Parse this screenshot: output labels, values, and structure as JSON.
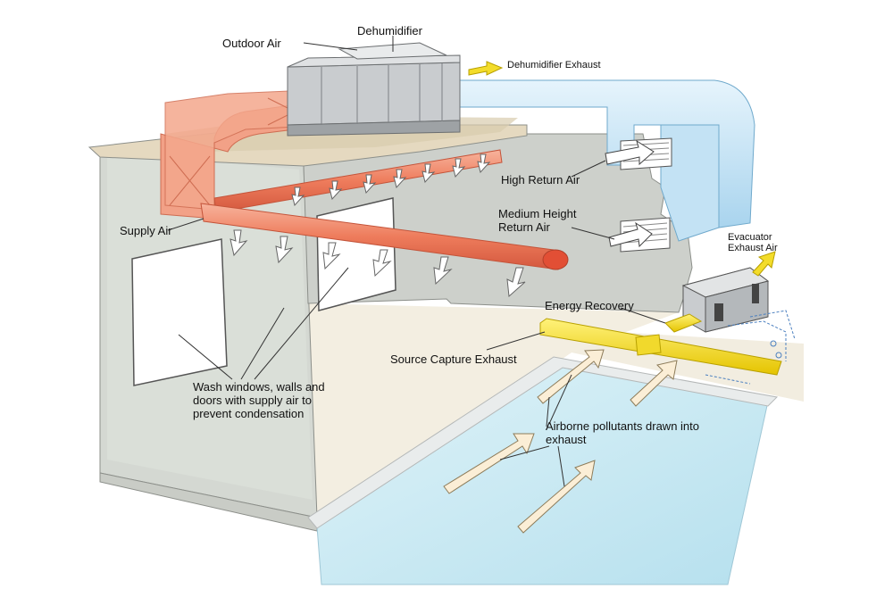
{
  "labels": {
    "dehumidifier": "Dehumidifier",
    "outdoor_air": "Outdoor Air",
    "dehumidifier_exhaust": "Dehumidifier Exhaust",
    "high_return_air": "High Return Air",
    "medium_height_return_air": "Medium Height\nReturn Air",
    "supply_air": "Supply Air",
    "evacuator_exhaust_air": "Evacuator\nExhaust Air",
    "energy_recovery": "Energy Recovery",
    "source_capture_exhaust": "Source Capture Exhaust",
    "wash_note": "Wash windows, walls and\ndoors with supply air to\nprevent condensation",
    "airborne_pollutants": "Airborne pollutants drawn into\nexhaust"
  },
  "colors": {
    "supply_duct": "#f08a6a",
    "return_duct": "#bfe0f5",
    "exhaust_duct": "#f5e12a",
    "wall": "#d9dcd6",
    "floor": "#f2ede0",
    "pool_water": "#c9e9f2",
    "dehumidifier_unit": "#c9cccf"
  }
}
